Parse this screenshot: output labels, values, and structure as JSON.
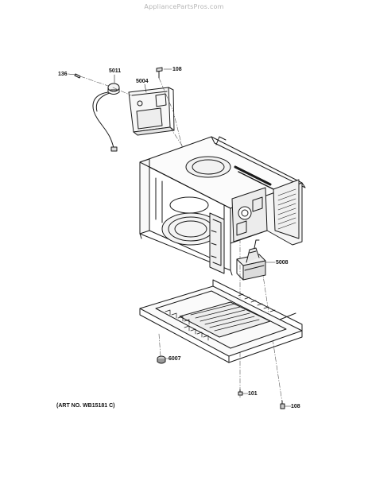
{
  "watermark": "AppliancePartsPros.com",
  "art_number": "(ART NO. WB15181 C)",
  "callouts": {
    "c136": "136",
    "c5011": "5011",
    "c5004": "5004",
    "c108_top": "108",
    "c5008": "5008",
    "c6007": "6007",
    "c101": "101",
    "c108_bottom": "108"
  }
}
